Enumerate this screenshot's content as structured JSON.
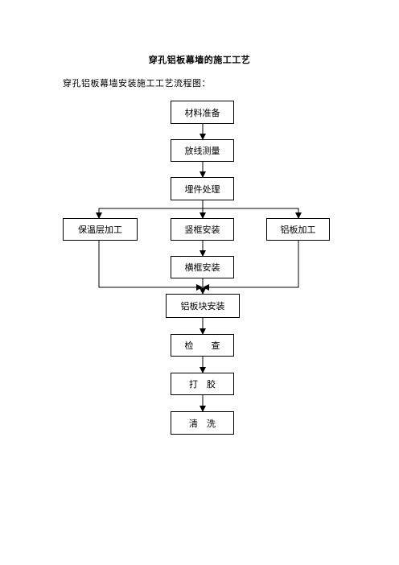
{
  "document": {
    "title": "穿孔铝板幕墙的施工工艺",
    "intro": "穿孔铝板幕墙安装施工工艺流程图："
  },
  "flowchart": {
    "nodes": {
      "material_prep": "材料准备",
      "layout_survey": "放线测量",
      "embedded_parts": "埋件处理",
      "insulation_processing": "保温层加工",
      "vertical_frame": "竖框安装",
      "aluminum_processing": "铝板加工",
      "horizontal_frame": "横框安装",
      "panel_install": "铝板块安装",
      "inspection": "检　　查",
      "glue": "打　胶",
      "cleaning": "清　洗"
    }
  }
}
